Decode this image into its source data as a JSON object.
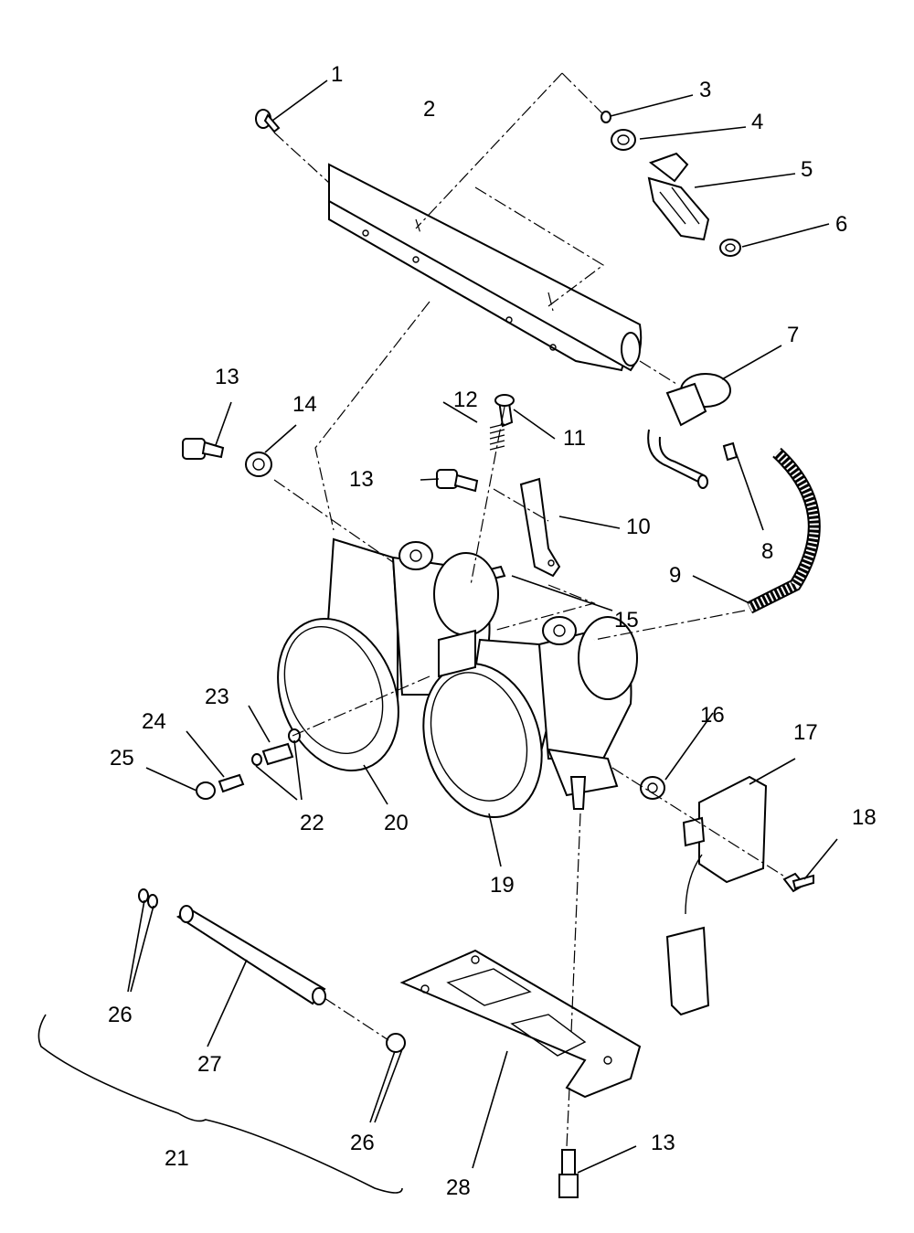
{
  "callouts": [
    {
      "id": "c1",
      "text": "1"
    },
    {
      "id": "c2",
      "text": "2"
    },
    {
      "id": "c3",
      "text": "3"
    },
    {
      "id": "c4",
      "text": "4"
    },
    {
      "id": "c5",
      "text": "5"
    },
    {
      "id": "c6",
      "text": "6"
    },
    {
      "id": "c7",
      "text": "7"
    },
    {
      "id": "c8",
      "text": "8"
    },
    {
      "id": "c9",
      "text": "9"
    },
    {
      "id": "c10",
      "text": "10"
    },
    {
      "id": "c11",
      "text": "11"
    },
    {
      "id": "c12",
      "text": "12"
    },
    {
      "id": "c13a",
      "text": "13"
    },
    {
      "id": "c13b",
      "text": "13"
    },
    {
      "id": "c13c",
      "text": "13"
    },
    {
      "id": "c14",
      "text": "14"
    },
    {
      "id": "c15",
      "text": "15"
    },
    {
      "id": "c16",
      "text": "16"
    },
    {
      "id": "c17",
      "text": "17"
    },
    {
      "id": "c18",
      "text": "18"
    },
    {
      "id": "c19",
      "text": "19"
    },
    {
      "id": "c20",
      "text": "20"
    },
    {
      "id": "c21",
      "text": "21"
    },
    {
      "id": "c22",
      "text": "22"
    },
    {
      "id": "c23",
      "text": "23"
    },
    {
      "id": "c24",
      "text": "24"
    },
    {
      "id": "c25",
      "text": "25"
    },
    {
      "id": "c26a",
      "text": "26"
    },
    {
      "id": "c26b",
      "text": "26"
    },
    {
      "id": "c27",
      "text": "27"
    },
    {
      "id": "c28",
      "text": "28"
    }
  ]
}
